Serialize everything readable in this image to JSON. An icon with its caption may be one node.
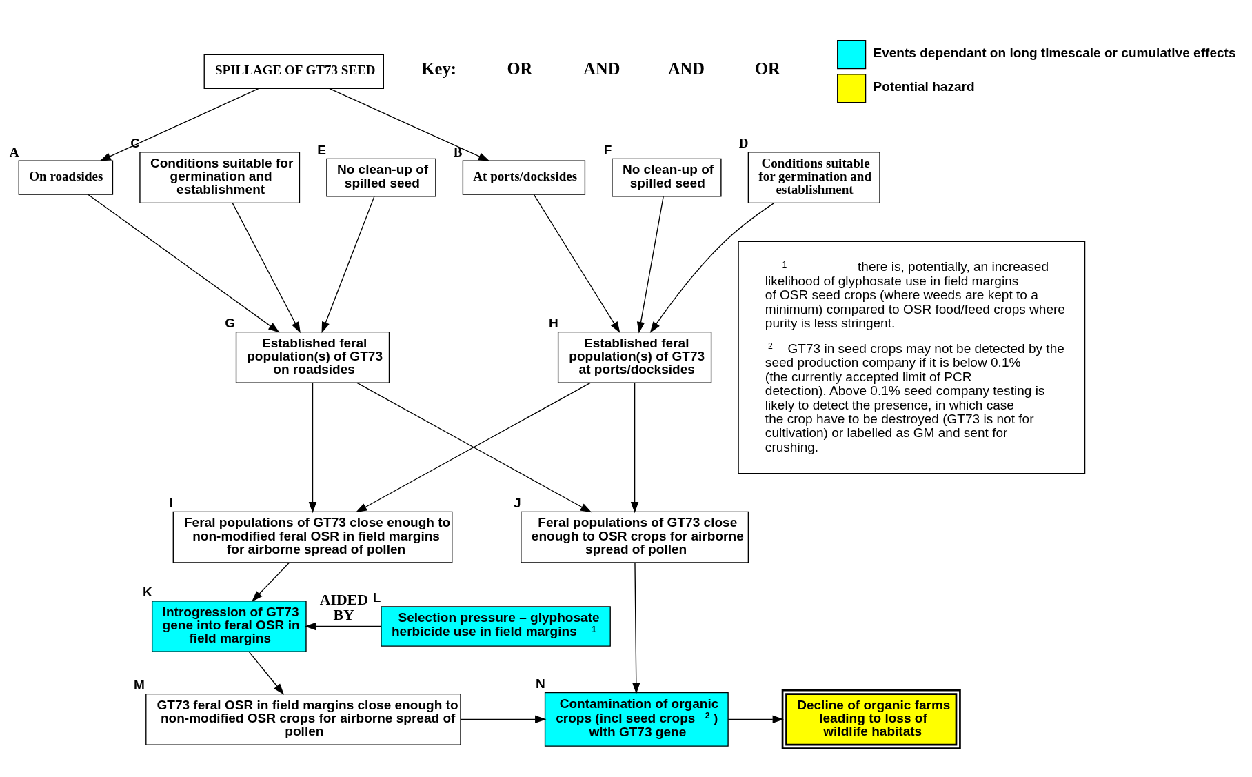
{
  "diagram": {
    "nodes": [
      {
        "text": [
          "SPILLAGE OF GT73 SEED"
        ]
      },
      {
        "text": [
          "On roadsides"
        ],
        "beside": [
          "A"
        ]
      },
      {
        "text": [
          "At ports/docksides"
        ],
        "beside": [
          "B"
        ]
      },
      {
        "text": [
          "Conditions suitable for germination and establishment"
        ],
        "beside": [
          "C"
        ]
      },
      {
        "text": [
          "No clean-up of spilled seed"
        ],
        "beside": [
          "E"
        ]
      },
      {
        "text": [
          "No clean-up of spilled seed"
        ],
        "beside": [
          "F"
        ]
      },
      {
        "text": [
          "Conditions suitable for germination and establishment"
        ],
        "beside": [
          "D"
        ]
      },
      {
        "text": [
          "Established feral population(s) of GT73 on roadsides"
        ],
        "beside": [
          "G"
        ]
      },
      {
        "text": [
          "Established feral population(s) of GT73 at ports/docksides"
        ],
        "beside": [
          "H"
        ]
      },
      {
        "text": [
          "Feral populations of GT73 close enough to non-modified feral OSR in field margins for airborne spread of pollen"
        ],
        "beside": [
          "I"
        ]
      },
      {
        "text": [
          "Feral populations of GT73 close enough to OSR crops for airborne spread of pollen"
        ],
        "beside": [
          "J"
        ]
      },
      {
        "text": [
          "Introgression of GT73 gene into feral OSR in field margins"
        ],
        "beside": [
          "K"
        ]
      },
      {
        "text": [
          "Selection pressure – glyphosate herbicide use in field margins$^{1}$"
        ],
        "beside": [
          "L"
        ]
      },
      {
        "text": [
          "GT73 feral OSR in field margins close enough to non-modified OSR crops for airborne spread of pollen"
        ],
        "beside": [
          "M"
        ]
      },
      {
        "text": [
          "Contamination of organic crops (incl seed crops$^{2}$) with GT73 gene"
        ],
        "beside": [
          "N"
        ]
      },
      {
        "text": [
          "Decline of organic farms leading to loss of wildlife habitats"
        ]
      },
      {
        "text": [
          "$^{1}$there is, potentially, an increased likelihood of glyphosate use in field margins of OSR seed crops (where weeds are kept to a minimum) compared to OSR food/feed crops where purity is less stringent.",
          "$^{2}$GT73 in seed crops may not be detected by the seed production company if it is below 0.1% (the currently accepted limit of PCR detection). Above 0.1% seed company testing is likely to detect the presence, in which case the crop have to be destroyed (GT73 is not for cultivation) or labelled as GM and sent for crushing."
        ]
      }
    ],
    "edges": [
      {
        "from": 0,
        "to": 1,
        "arrow": "to"
      },
      {
        "from": 0,
        "to": 2,
        "arrow": "to"
      },
      {
        "from": 1,
        "to": 7,
        "arrow": "to"
      },
      {
        "from": 3,
        "to": 7,
        "arrow": "to"
      },
      {
        "from": 4,
        "to": 7,
        "arrow": "to"
      },
      {
        "from": 2,
        "to": 8,
        "arrow": "to"
      },
      {
        "from": 5,
        "to": 8,
        "arrow": "to"
      },
      {
        "from": 6,
        "to": 8,
        "arrow": "to"
      },
      {
        "from": 7,
        "to": 9,
        "arrow": "to"
      },
      {
        "from": 7,
        "to": 10,
        "arrow": "to"
      },
      {
        "from": 8,
        "to": 9,
        "arrow": "to"
      },
      {
        "from": 8,
        "to": 10,
        "arrow": "to"
      },
      {
        "from": 9,
        "to": 11,
        "arrow": "to"
      },
      {
        "from": 12,
        "to": 11,
        "arrow": "to",
        "label": "AIDED BY"
      },
      {
        "from": 11,
        "to": 13,
        "arrow": "to"
      },
      {
        "from": 10,
        "to": 14,
        "arrow": "to"
      },
      {
        "from": 13,
        "to": 14,
        "arrow": "to"
      },
      {
        "from": 14,
        "to": 15,
        "arrow": "to"
      }
    ],
    "labels": [
      "Key:",
      "OR",
      "AND",
      "AND",
      "OR"
    ],
    "legend": [
      {
        "text": "Events dependant on long timescale or cumulative effects",
        "color": "#00ffff"
      },
      {
        "text": "Potential hazard",
        "color": "#ffff00"
      }
    ]
  }
}
